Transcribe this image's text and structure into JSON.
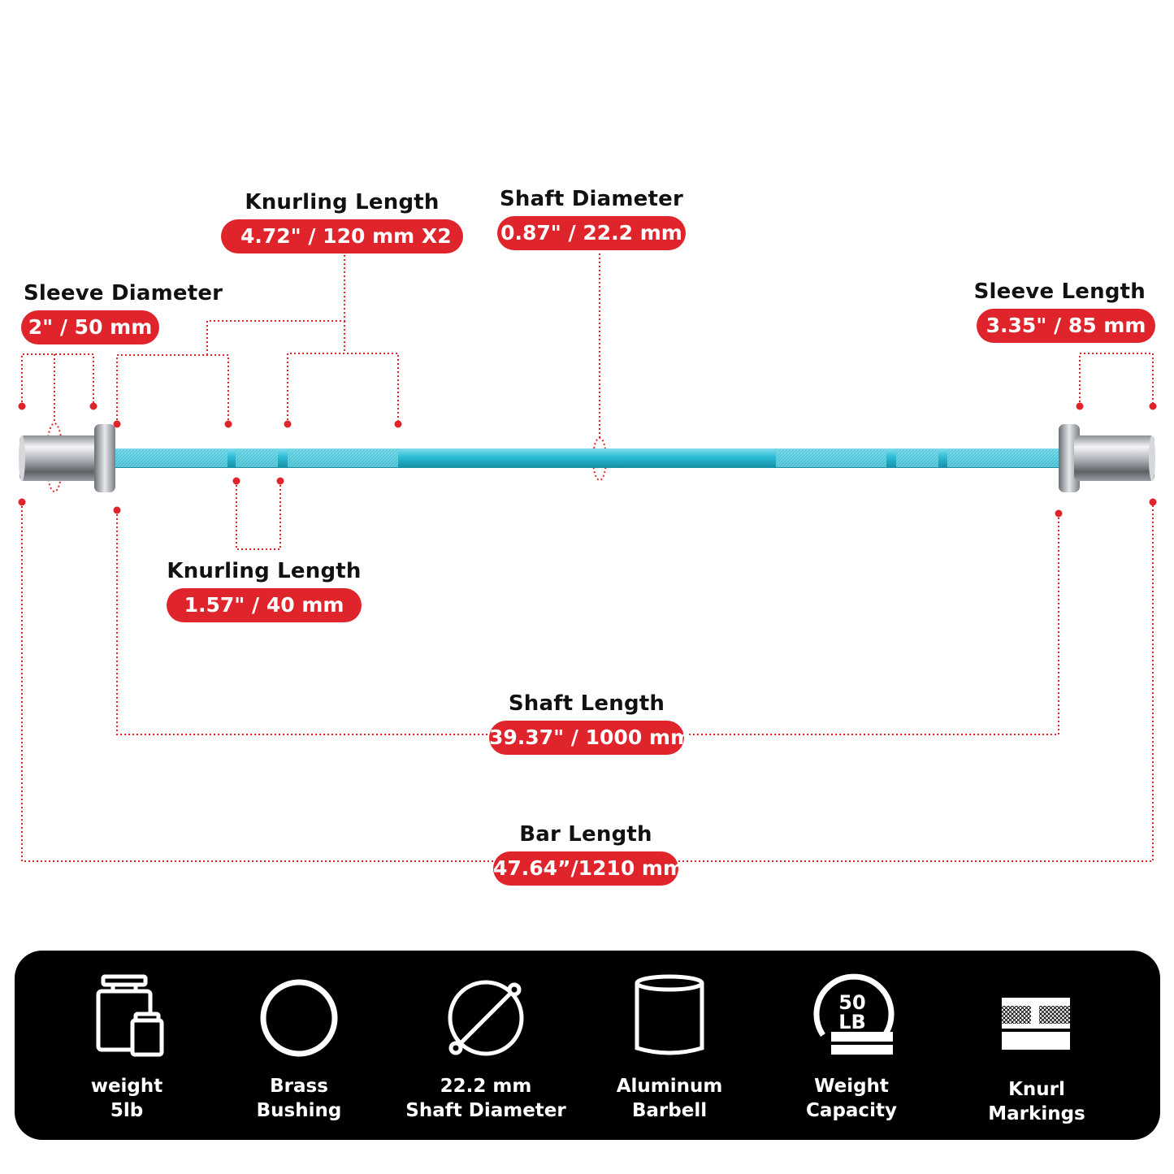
{
  "callouts": {
    "knurling_top": {
      "title": "Knurling Length",
      "value": "4.72\" / 120 mm  X2"
    },
    "shaft_diameter": {
      "title": "Shaft Diameter",
      "value": "0.87\" / 22.2 mm"
    },
    "sleeve_diameter": {
      "title": "Sleeve Diameter",
      "value": "2\" / 50 mm"
    },
    "sleeve_length": {
      "title": "Sleeve Length",
      "value": "3.35\" / 85 mm"
    },
    "knurling_bottom": {
      "title": "Knurling Length",
      "value": "1.57\" / 40 mm"
    },
    "shaft_length": {
      "title": "Shaft Length",
      "value": "39.37\" / 1000 mm"
    },
    "bar_length": {
      "title": "Bar Length",
      "value": "47.64”/1210 mm"
    }
  },
  "features": [
    {
      "icon": "weights-icon",
      "label": "weight\n5lb"
    },
    {
      "icon": "ring-icon",
      "label": "Brass\nBushing"
    },
    {
      "icon": "diameter-icon",
      "label": "22.2 mm\nShaft Diameter"
    },
    {
      "icon": "cylinder-icon",
      "label": "Aluminum\nBarbell"
    },
    {
      "icon": "capacity-icon",
      "label": "Weight\nCapacity",
      "badge_top": "50",
      "badge_bottom": "LB"
    },
    {
      "icon": "knurl-icon",
      "label": "Knurl\nMarkings"
    }
  ],
  "colors": {
    "accent": "#e0242b",
    "shaft": "#2bbcd4",
    "sleeve": "#b8bcc2",
    "panel": "#000000"
  }
}
